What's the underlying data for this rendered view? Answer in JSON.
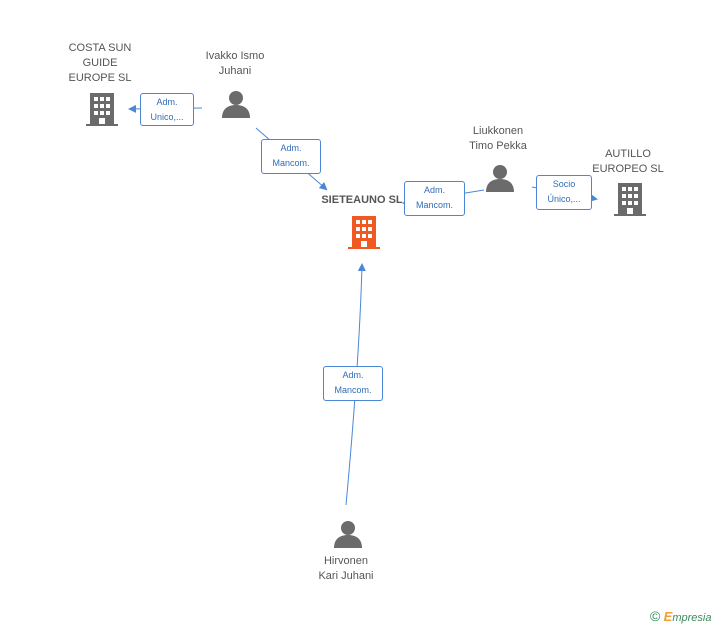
{
  "colors": {
    "edge": "#4a87d6",
    "company_main": "#f05a22",
    "company": "#6b6b6b",
    "person": "#6b6b6b"
  },
  "nodes": {
    "costa_sun": {
      "lines": [
        "COSTA SUN",
        "GUIDE",
        "EUROPE  SL"
      ],
      "icon": "building-icon"
    },
    "ivakko": {
      "lines": [
        "Ivakko Ismo",
        "Juhani"
      ],
      "icon": "person-icon"
    },
    "sieteauno": {
      "lines": [
        "SIETEAUNO SL"
      ],
      "icon": "building-icon"
    },
    "liukkonen": {
      "lines": [
        "Liukkonen",
        "Timo Pekka"
      ],
      "icon": "person-icon"
    },
    "autillo": {
      "lines": [
        "AUTILLO",
        "EUROPEO SL"
      ],
      "icon": "building-icon"
    },
    "hirvonen": {
      "lines": [
        "Hirvonen",
        "Kari Juhani"
      ],
      "icon": "person-icon"
    }
  },
  "edges": {
    "ivakko_costa": {
      "lines": [
        "Adm.",
        "Unico,..."
      ]
    },
    "ivakko_siete": {
      "lines": [
        "Adm.",
        "Mancom."
      ]
    },
    "liukkonen_siete": {
      "lines": [
        "Adm.",
        "Mancom."
      ]
    },
    "liukkonen_autillo": {
      "lines": [
        "Socio",
        "Único,..."
      ]
    },
    "hirvonen_siete": {
      "lines": [
        "Adm.",
        "Mancom."
      ]
    }
  },
  "footer": {
    "copyright": "©",
    "brand_initial": "E",
    "brand_rest": "mpresia"
  }
}
